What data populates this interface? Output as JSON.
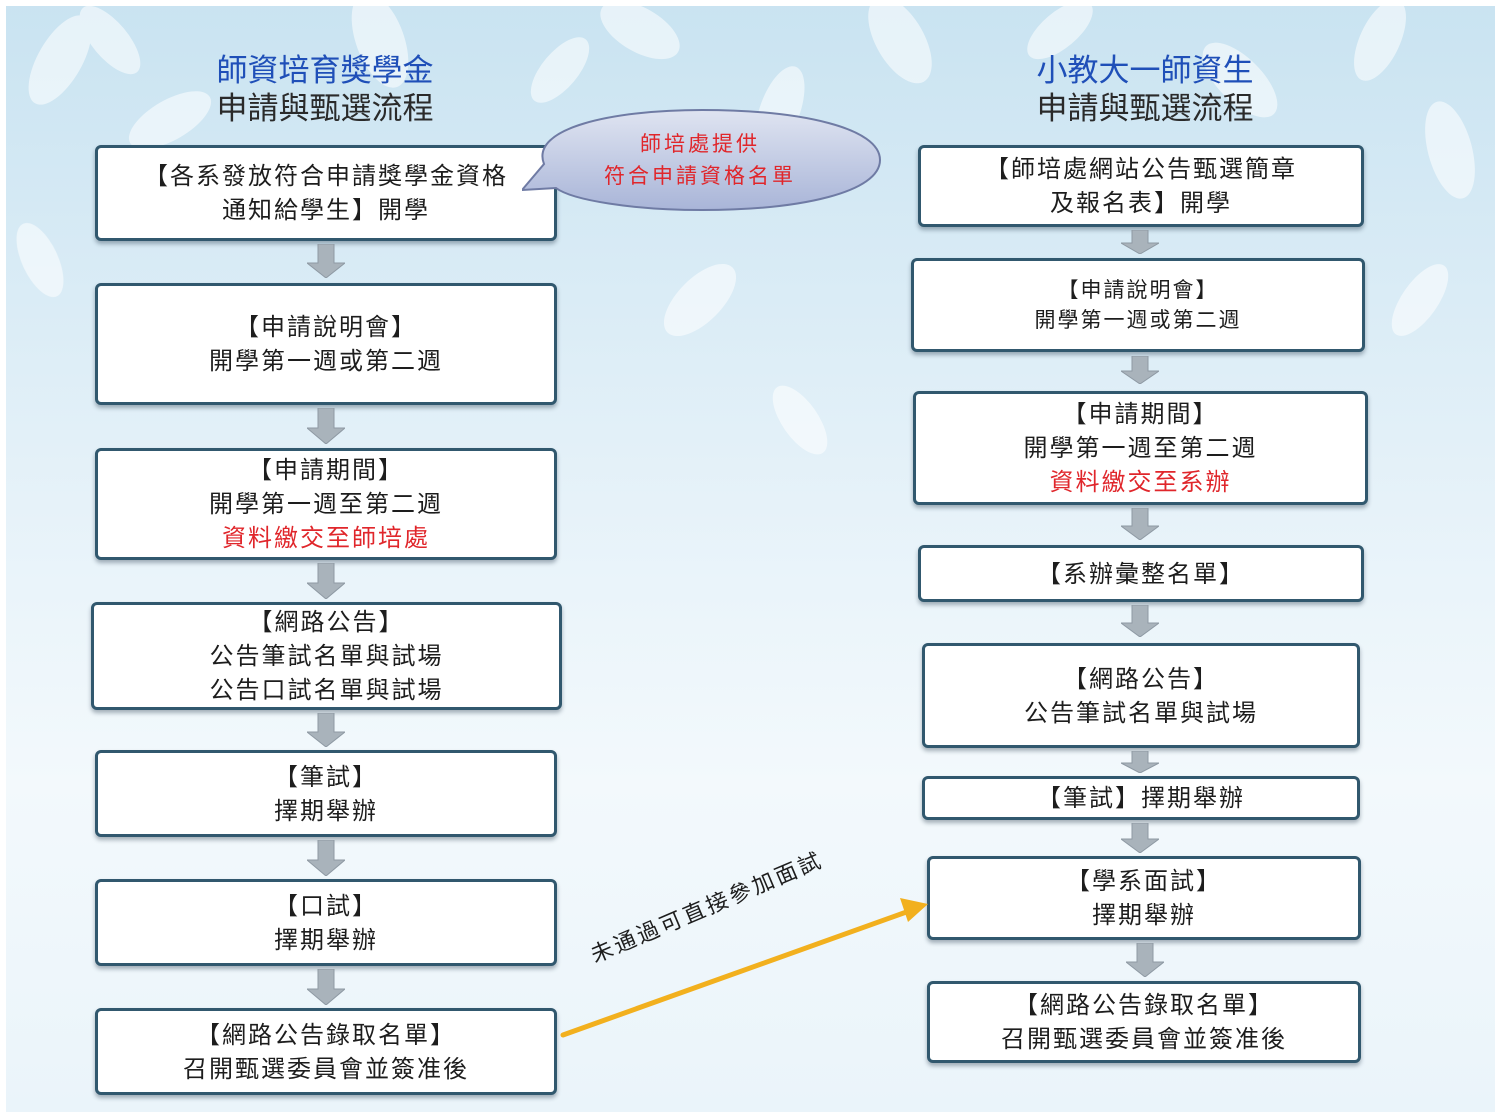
{
  "left_column": {
    "title_line1": "師資培育獎學金",
    "title_line2": "申請與甄選流程",
    "steps": [
      {
        "lines": [
          "【各系發放符合申請獎學金資格",
          "通知給學生】開學"
        ]
      },
      {
        "lines": [
          "【申請說明會】",
          "開學第一週或第二週"
        ]
      },
      {
        "lines": [
          "【申請期間】",
          "開學第一週至第二週"
        ],
        "red_line": "資料繳交至師培處"
      },
      {
        "lines": [
          "【網路公告】",
          "公告筆試名單與試場",
          "公告口試名單與試場"
        ]
      },
      {
        "lines": [
          "【筆試】",
          "擇期舉辦"
        ]
      },
      {
        "lines": [
          "【口試】",
          "擇期舉辦"
        ]
      },
      {
        "lines": [
          "【網路公告錄取名單】",
          "召開甄選委員會並簽准後"
        ]
      }
    ]
  },
  "right_column": {
    "title_line1": "小教大一師資生",
    "title_line2": "申請與甄選流程",
    "steps": [
      {
        "lines": [
          "【師培處網站公告甄選簡章",
          "及報名表】開學"
        ]
      },
      {
        "lines": [
          "【申請說明會】",
          "開學第一週或第二週"
        ]
      },
      {
        "lines": [
          "【申請期間】",
          "開學第一週至第二週"
        ],
        "red_line": "資料繳交至系辦"
      },
      {
        "lines": [
          "【系辦彙整名單】"
        ]
      },
      {
        "lines": [
          "【網路公告】",
          "公告筆試名單與試場"
        ]
      },
      {
        "lines": [
          "【筆試】擇期舉辦"
        ]
      },
      {
        "lines": [
          "【學系面試】",
          "擇期舉辦"
        ]
      },
      {
        "lines": [
          "【網路公告錄取名單】",
          "召開甄選委員會並簽准後"
        ]
      }
    ]
  },
  "callout": {
    "line1": "師培處提供",
    "line2": "符合申請資格名單"
  },
  "cross_link_label": "未通過可直接參加面試",
  "colors": {
    "title_blue": "#1f4fb8",
    "box_border": "#31586e",
    "step_arrow": "#a9b3bb",
    "highlight_red": "#e0262b",
    "cross_arrow": "#f2b01e",
    "callout_fill": "#b9c3df"
  }
}
